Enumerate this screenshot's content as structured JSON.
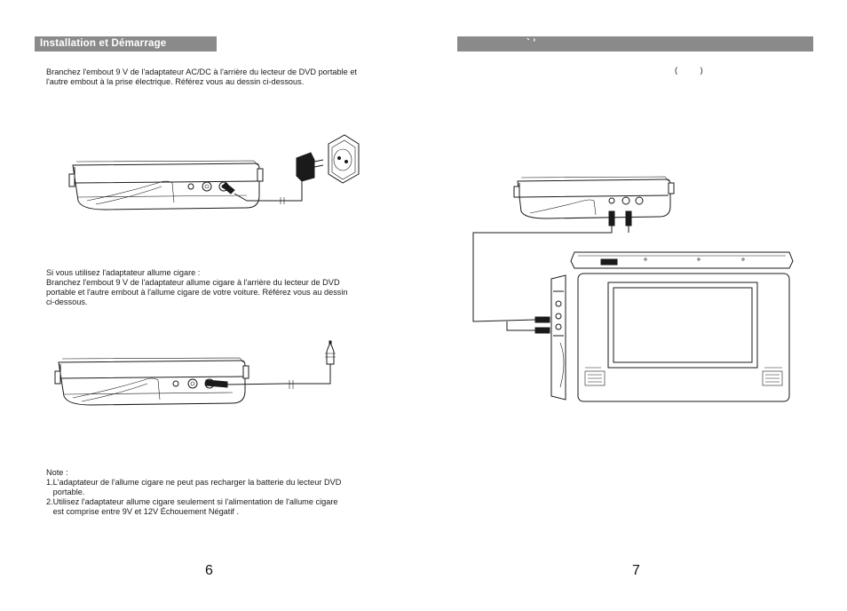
{
  "left_page": {
    "header": "Installation et Démarrage",
    "ac_paragraph": [
      "Branchez l'embout 9 V de l'adaptateur AC/DC à l'arrière du lecteur de DVD portable et",
      "l'autre embout à la prise électrique. Référez vous au dessin ci-dessous."
    ],
    "car_paragraph": [
      "Si vous utilisez l'adaptateur allume cigare :",
      "Branchez l'embout 9 V de l'adaptateur allume cigare à l'arrière du lecteur de DVD",
      "portable et l'autre embout à l'allume cigare de votre voiture. Référez vous au dessin",
      "ci-dessous."
    ],
    "note": {
      "title": "Note :",
      "items": [
        "1.L'adaptateur de l'allume cigare ne peut pas recharger la batterie du lecteur DVD",
        "   portable.",
        "2.Utilisez l'adaptateur allume cigare seulement si l'alimentation de l'allume cigare",
        "   est comprise entre 9V et 12V Échouement Négatif ."
      ]
    },
    "page_number": "6"
  },
  "right_page": {
    "header": "` '",
    "fragment": "(          )",
    "page_number": "7"
  }
}
